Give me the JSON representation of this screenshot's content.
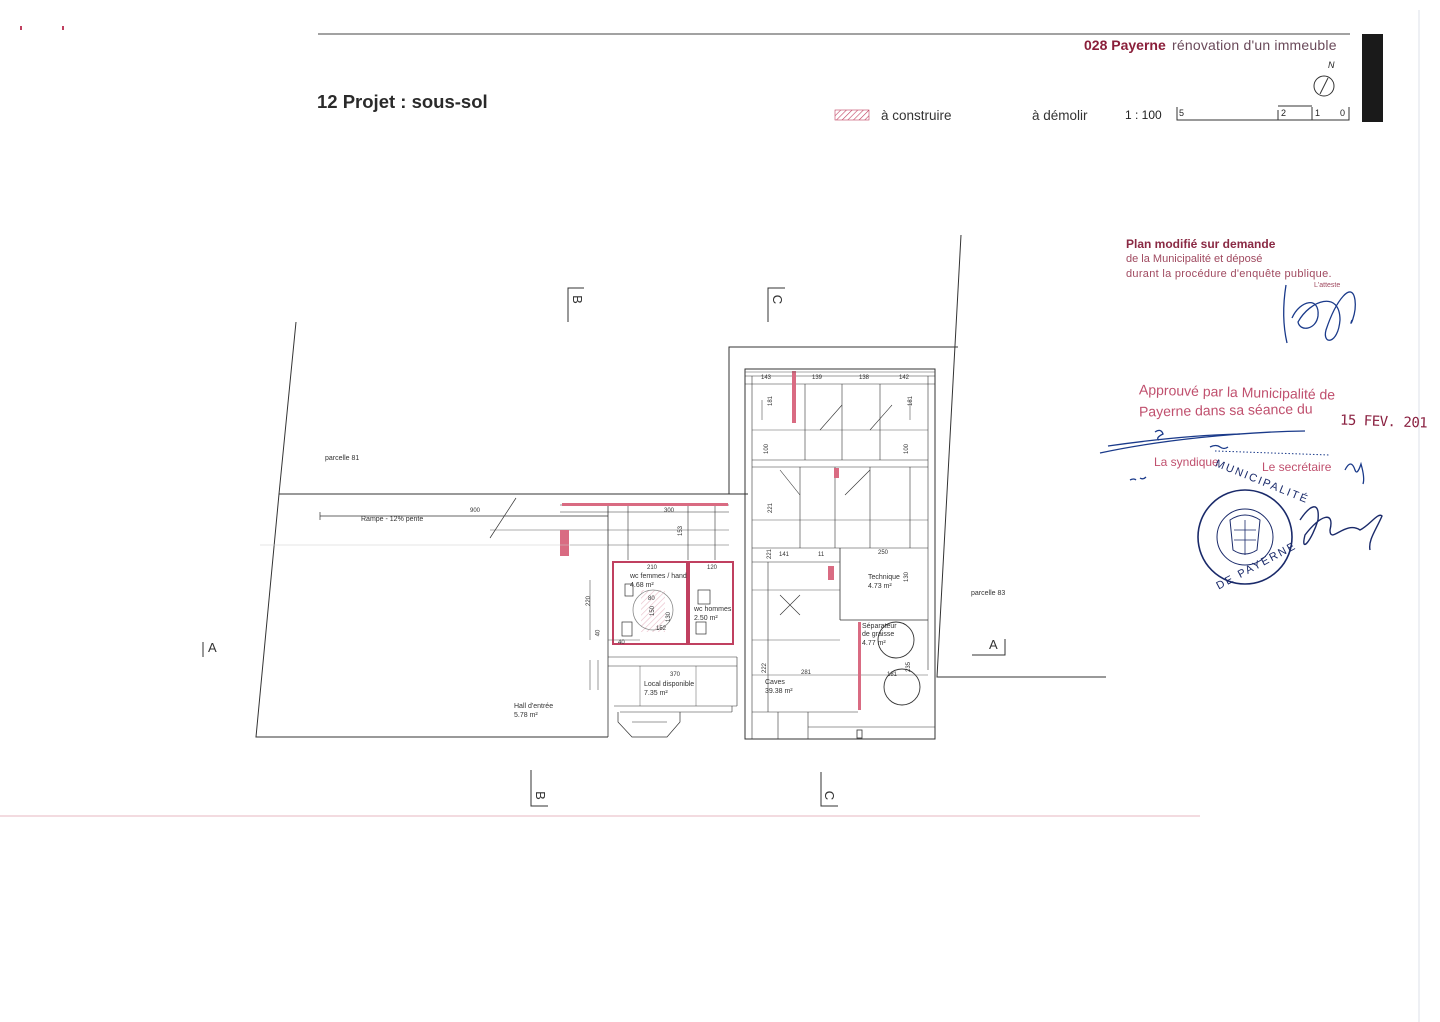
{
  "header": {
    "project_number": "028 Payerne",
    "project_desc": "rénovation d'un immeuble",
    "north_label": "N",
    "sheet_title": "12 Projet : sous-sol"
  },
  "legend": {
    "to_build": "à construire",
    "to_demolish": "à démolir",
    "scale": "1 : 100",
    "scale_ticks": [
      "5",
      "2",
      "1",
      "0"
    ]
  },
  "stamp_modified": {
    "line1": "Plan modifié sur demande",
    "line2": "de la Municipalité et déposé",
    "line3": "durant la procédure d'enquête publique.",
    "attest": "L'atteste"
  },
  "stamp_approved": {
    "line1": "Approuvé par la Municipalité de",
    "line2": "Payerne dans sa séance du",
    "date": "15 FEV. 201",
    "syndic": "La syndique",
    "secretary": "Le secrétaire",
    "seal_top": "MUNICIPALITÉ",
    "seal_bottom": "DE PAYERNE"
  },
  "sections": {
    "a": "A",
    "b": "B",
    "c": "C"
  },
  "plan": {
    "parcel_left": "parcelle 81",
    "parcel_right": "parcelle 83",
    "ramp": "Rampe - 12% pente",
    "rooms": {
      "wc_women": "wc femmes / hand",
      "wc_women_area": "4.68 m²",
      "wc_men": "wc hommes",
      "wc_men_area": "2.50 m²",
      "local": "Local disponible",
      "local_area": "7.35 m²",
      "hall": "Hall d'entrée",
      "hall_area": "5.78 m²",
      "caves": "Caves",
      "caves_area": "39.38 m²",
      "technique": "Technique",
      "technique_area": "4.73 m²",
      "separator_1": "Séparateur",
      "separator_2": "de graisse",
      "separator_area": "4.77 m²"
    },
    "dims": {
      "d900": "900",
      "d300": "300",
      "d153": "153",
      "d210": "210",
      "d120": "120",
      "d80": "80",
      "d150": "150",
      "d130": "130",
      "d152": "152",
      "d220": "220",
      "d40a": "40",
      "d40b": "40",
      "d370": "370",
      "d143": "143",
      "d139": "139",
      "d138": "138",
      "d142": "142",
      "d181a": "181",
      "d181b": "181",
      "d100a": "100",
      "d100b": "100",
      "d221a": "221",
      "d221b": "221",
      "d141": "141",
      "d11": "11",
      "d250": "250",
      "d222": "222",
      "d281": "281",
      "d181c": "181",
      "d235": "235",
      "d130b": "130"
    }
  }
}
